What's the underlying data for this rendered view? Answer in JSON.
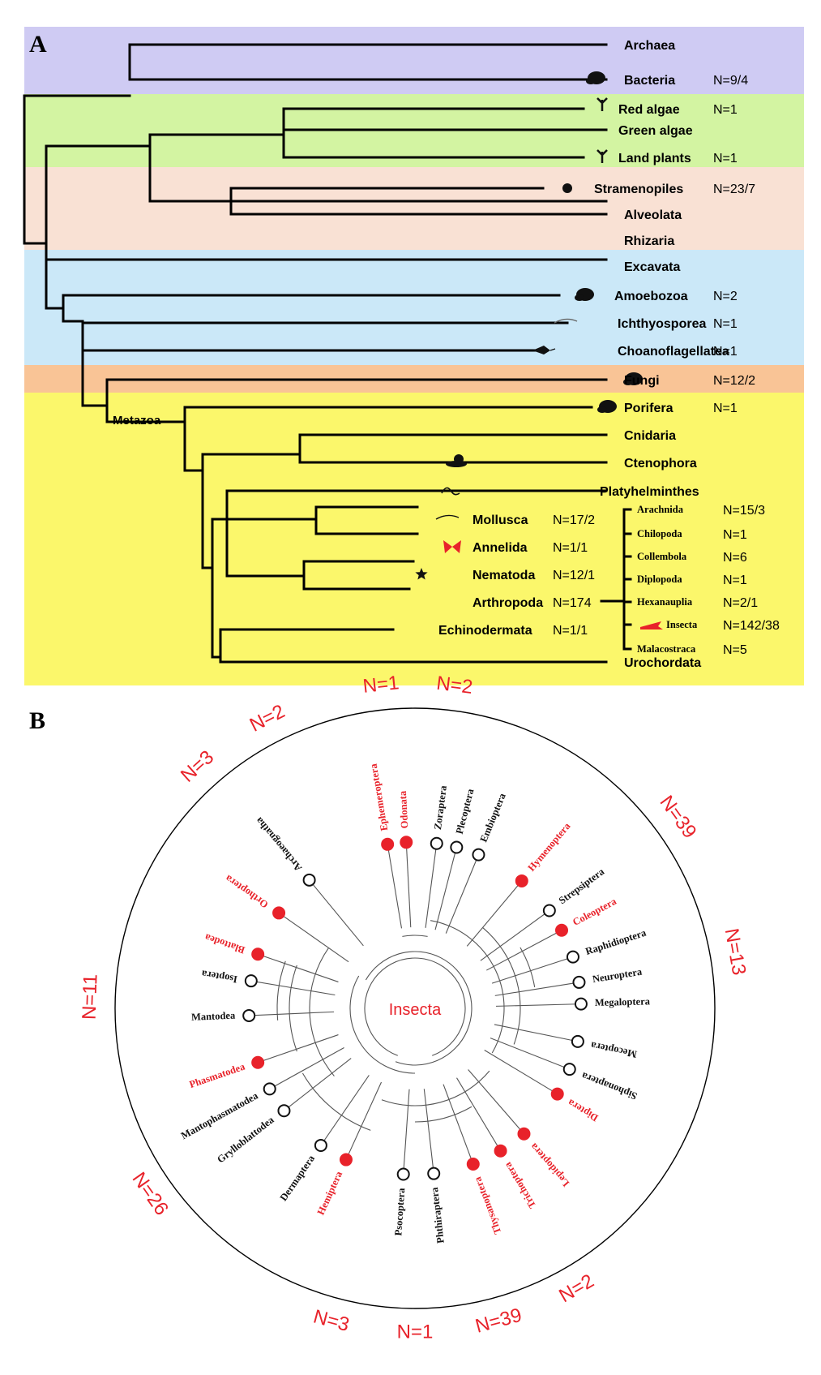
{
  "panel_a": {
    "letter": "A",
    "bands": [
      {
        "name": "archaea-bacteria",
        "color": "#cfcbf3"
      },
      {
        "name": "plants",
        "color": "#d3f4a2"
      },
      {
        "name": "sar",
        "color": "#f9e1d4"
      },
      {
        "name": "protists",
        "color": "#cbe8f8"
      },
      {
        "name": "fungi",
        "color": "#f9c496"
      },
      {
        "name": "metazoa",
        "color": "#fbf76b"
      }
    ],
    "taxa": [
      {
        "label": "Archaea",
        "count": ""
      },
      {
        "label": "Bacteria",
        "count": "N=9/4"
      },
      {
        "label": "Red algae",
        "count": "N=1"
      },
      {
        "label": "Green algae",
        "count": ""
      },
      {
        "label": "Land plants",
        "count": "N=1"
      },
      {
        "label": "Stramenopiles",
        "count": "N=23/7"
      },
      {
        "label": "Alveolata",
        "count": ""
      },
      {
        "label": "Rhizaria",
        "count": ""
      },
      {
        "label": "Excavata",
        "count": ""
      },
      {
        "label": "Amoebozoa",
        "count": "N=2"
      },
      {
        "label": "Ichthyosporea",
        "count": "N=1"
      },
      {
        "label": "Choanoflagellatea",
        "count": "N=1"
      },
      {
        "label": "Fungi",
        "count": "N=12/2"
      },
      {
        "label": "Porifera",
        "count": "N=1"
      },
      {
        "label": "Cnidaria",
        "count": ""
      },
      {
        "label": "Ctenophora",
        "count": ""
      },
      {
        "label": "Platyhelminthes",
        "count": ""
      },
      {
        "label": "Mollusca",
        "count": "N=17/2"
      },
      {
        "label": "Annelida",
        "count": "N=1/1"
      },
      {
        "label": "Nematoda",
        "count": "N=12/1"
      },
      {
        "label": "Arthropoda",
        "count": "N=174"
      },
      {
        "label": "Echinodermata",
        "count": "N=1/1"
      },
      {
        "label": "Urochordata",
        "count": ""
      }
    ],
    "arthropoda_subgroups": [
      {
        "label": "Arachnida",
        "count": "N=15/3"
      },
      {
        "label": "Chilopoda",
        "count": "N=1"
      },
      {
        "label": "Collembola",
        "count": "N=6"
      },
      {
        "label": "Diplopoda",
        "count": "N=1"
      },
      {
        "label": "Hexanauplia",
        "count": "N=2/1"
      },
      {
        "label": "Insecta",
        "count": "N=142/38"
      },
      {
        "label": "Malacostraca",
        "count": "N=5"
      }
    ],
    "clade_label": "Metazoa"
  },
  "panel_b": {
    "letter": "B",
    "center_label": "Insecta",
    "colors": {
      "sampled": "#e8222a",
      "unsampled": "#111111"
    },
    "orders": [
      {
        "label": "Ephemeroptera",
        "sampled": true
      },
      {
        "label": "Odonata",
        "sampled": true
      },
      {
        "label": "Zoraptera",
        "sampled": false
      },
      {
        "label": "Plecoptera",
        "sampled": false
      },
      {
        "label": "Embioptera",
        "sampled": false
      },
      {
        "label": "Hymenoptera",
        "sampled": true
      },
      {
        "label": "Strepsiptera",
        "sampled": false
      },
      {
        "label": "Coleoptera",
        "sampled": true
      },
      {
        "label": "Raphidioptera",
        "sampled": false
      },
      {
        "label": "Neuroptera",
        "sampled": false
      },
      {
        "label": "Megaloptera",
        "sampled": false
      },
      {
        "label": "Mecoptera",
        "sampled": false
      },
      {
        "label": "Siphonaptera",
        "sampled": false
      },
      {
        "label": "Diptera",
        "sampled": true
      },
      {
        "label": "Lepidoptera",
        "sampled": true
      },
      {
        "label": "Trichoptera",
        "sampled": true
      },
      {
        "label": "Thysanoptera",
        "sampled": true
      },
      {
        "label": "Phthiraptera",
        "sampled": false
      },
      {
        "label": "Psocoptera",
        "sampled": false
      },
      {
        "label": "Hemiptera",
        "sampled": true
      },
      {
        "label": "Dermaptera",
        "sampled": false
      },
      {
        "label": "Grylloblattodea",
        "sampled": false
      },
      {
        "label": "Mantophasmatodea",
        "sampled": false
      },
      {
        "label": "Phasmatodea",
        "sampled": true
      },
      {
        "label": "Mantodea",
        "sampled": false
      },
      {
        "label": "Isoptera",
        "sampled": false
      },
      {
        "label": "Blattodea",
        "sampled": true
      },
      {
        "label": "Orthoptera",
        "sampled": true
      },
      {
        "label": "Archaeognatha",
        "sampled": false
      }
    ],
    "counts": [
      {
        "order": "Ephemeroptera",
        "label": "N=1"
      },
      {
        "order": "Odonata",
        "label": "N=2"
      },
      {
        "order": "Hymenoptera",
        "label": "N=39"
      },
      {
        "order": "Coleoptera",
        "label": "N=13"
      },
      {
        "order": "Diptera",
        "label": "N=2"
      },
      {
        "order": "Lepidoptera",
        "label": "N=39"
      },
      {
        "order": "Trichoptera",
        "label": "N=1"
      },
      {
        "order": "Thysanoptera",
        "label": "N=3"
      },
      {
        "order": "Hemiptera",
        "label": "N=26"
      },
      {
        "order": "Phasmatodea",
        "label": "N=11"
      },
      {
        "order": "Blattodea",
        "label": "N=3"
      },
      {
        "order": "Orthoptera",
        "label": "N=2"
      }
    ]
  }
}
